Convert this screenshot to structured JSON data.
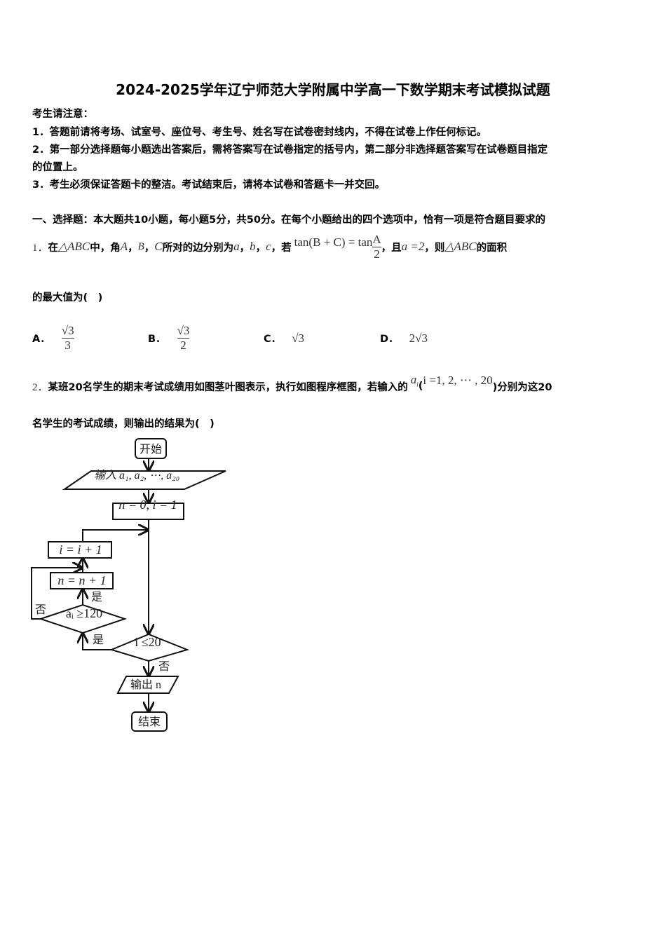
{
  "title": "2024-2025学年辽宁师范大学附属中学高一下数学期末考试模拟试题",
  "notice": {
    "heading": "考生请注意：",
    "items": [
      "1．答题前请将考场、试室号、座位号、考生号、姓名写在试卷密封线内，不得在试卷上作任何标记。",
      "2．第一部分选择题每小题选出答案后，需将答案写在试卷指定的括号内，第二部分非选择题答案写在试卷题目指定",
      "的位置上。",
      "3．考生必须保证答题卡的整洁。考试结束后，请将本试卷和答题卡一并交回。"
    ]
  },
  "section1": "一、选择题：本大题共10小题，每小题5分，共50分。在每个小题给出的四个选项中，恰有一项是符合题目要求的",
  "q1": {
    "num": "1．",
    "p1": "在",
    "tri1": "△ABC",
    "p2": "中，角",
    "A": "A",
    "sep": "，",
    "B": "B",
    "C": "C",
    "p3": "所对的边分别为",
    "a": "a",
    "b": "b",
    "c": "c",
    "p4": "，若",
    "eq_left": "tan(B + C) = tan",
    "eq_num": "A",
    "eq_den": "2",
    "p5": "，且",
    "cond": "a =2",
    "p6": "，则",
    "tri2": "△ABC",
    "p7": "的面积",
    "line2": "的最大值为(　)",
    "options": [
      {
        "label": "A．",
        "num": "√3",
        "den": "3"
      },
      {
        "label": "B．",
        "num": "√3",
        "den": "2"
      },
      {
        "label": "C．",
        "value": "√3"
      },
      {
        "label": "D．",
        "value": "2√3"
      }
    ]
  },
  "q2": {
    "num": "2．",
    "p1": "某班20名学生的期末考试成绩用如图茎叶图表示，执行如图程序框图，若输入的",
    "ai": "a",
    "ai_sub": "i",
    "paren_open": "(",
    "range": "i =1, 2, ⋯ , 20",
    "p2": ")分别为这20",
    "line2": "名学生的考试成绩，则输出的结果为(　)"
  },
  "flowchart": {
    "start": "开始",
    "input": "输入 a₁, a₂, ⋯, a₂₀",
    "init": "n = 0, i = 1",
    "inc_i": "i = i + 1",
    "inc_n": "n = n + 1",
    "cond_a": "aᵢ ≥120",
    "cond_i": "i ≤20",
    "yes1": "是",
    "no1": "否",
    "yes2": "是",
    "no2": "否",
    "output": "输出 n",
    "end": "结束"
  }
}
